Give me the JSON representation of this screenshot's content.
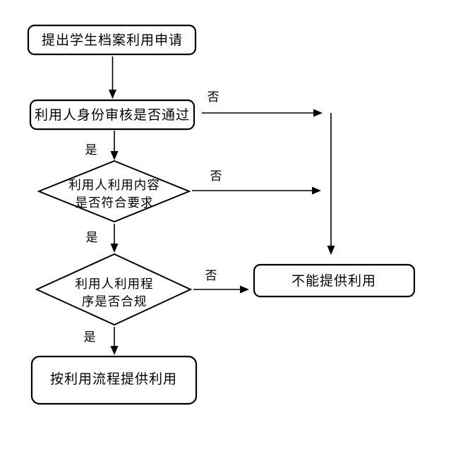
{
  "flowchart": {
    "background_color": "#ffffff",
    "line_color": "#000000",
    "nodes": {
      "start": {
        "label": "提出学生档案利用申请",
        "shape": "rounded-rect"
      },
      "identity_check": {
        "label": "利用人身份审核是否通过",
        "shape": "rounded-rect"
      },
      "content_check": {
        "label_line1": "利用人利用内容",
        "label_line2": "是否符合要求",
        "shape": "diamond"
      },
      "procedure_check": {
        "label_line1": "利用人利用程",
        "label_line2": "序是否合规",
        "shape": "diamond"
      },
      "deny": {
        "label": "不能提供利用",
        "shape": "rounded-rect"
      },
      "provide": {
        "label": "按利用流程提供利用",
        "shape": "rounded-rect"
      }
    },
    "labels": {
      "yes": "是",
      "no": "否"
    },
    "edges": [
      {
        "from": "start",
        "to": "identity_check",
        "label": ""
      },
      {
        "from": "identity_check",
        "to": "content_check",
        "label": "是"
      },
      {
        "from": "identity_check",
        "to": "deny",
        "label": "否"
      },
      {
        "from": "content_check",
        "to": "procedure_check",
        "label": "是"
      },
      {
        "from": "content_check",
        "to": "deny",
        "label": "否"
      },
      {
        "from": "procedure_check",
        "to": "provide",
        "label": "是"
      },
      {
        "from": "procedure_check",
        "to": "deny",
        "label": "否"
      }
    ]
  }
}
